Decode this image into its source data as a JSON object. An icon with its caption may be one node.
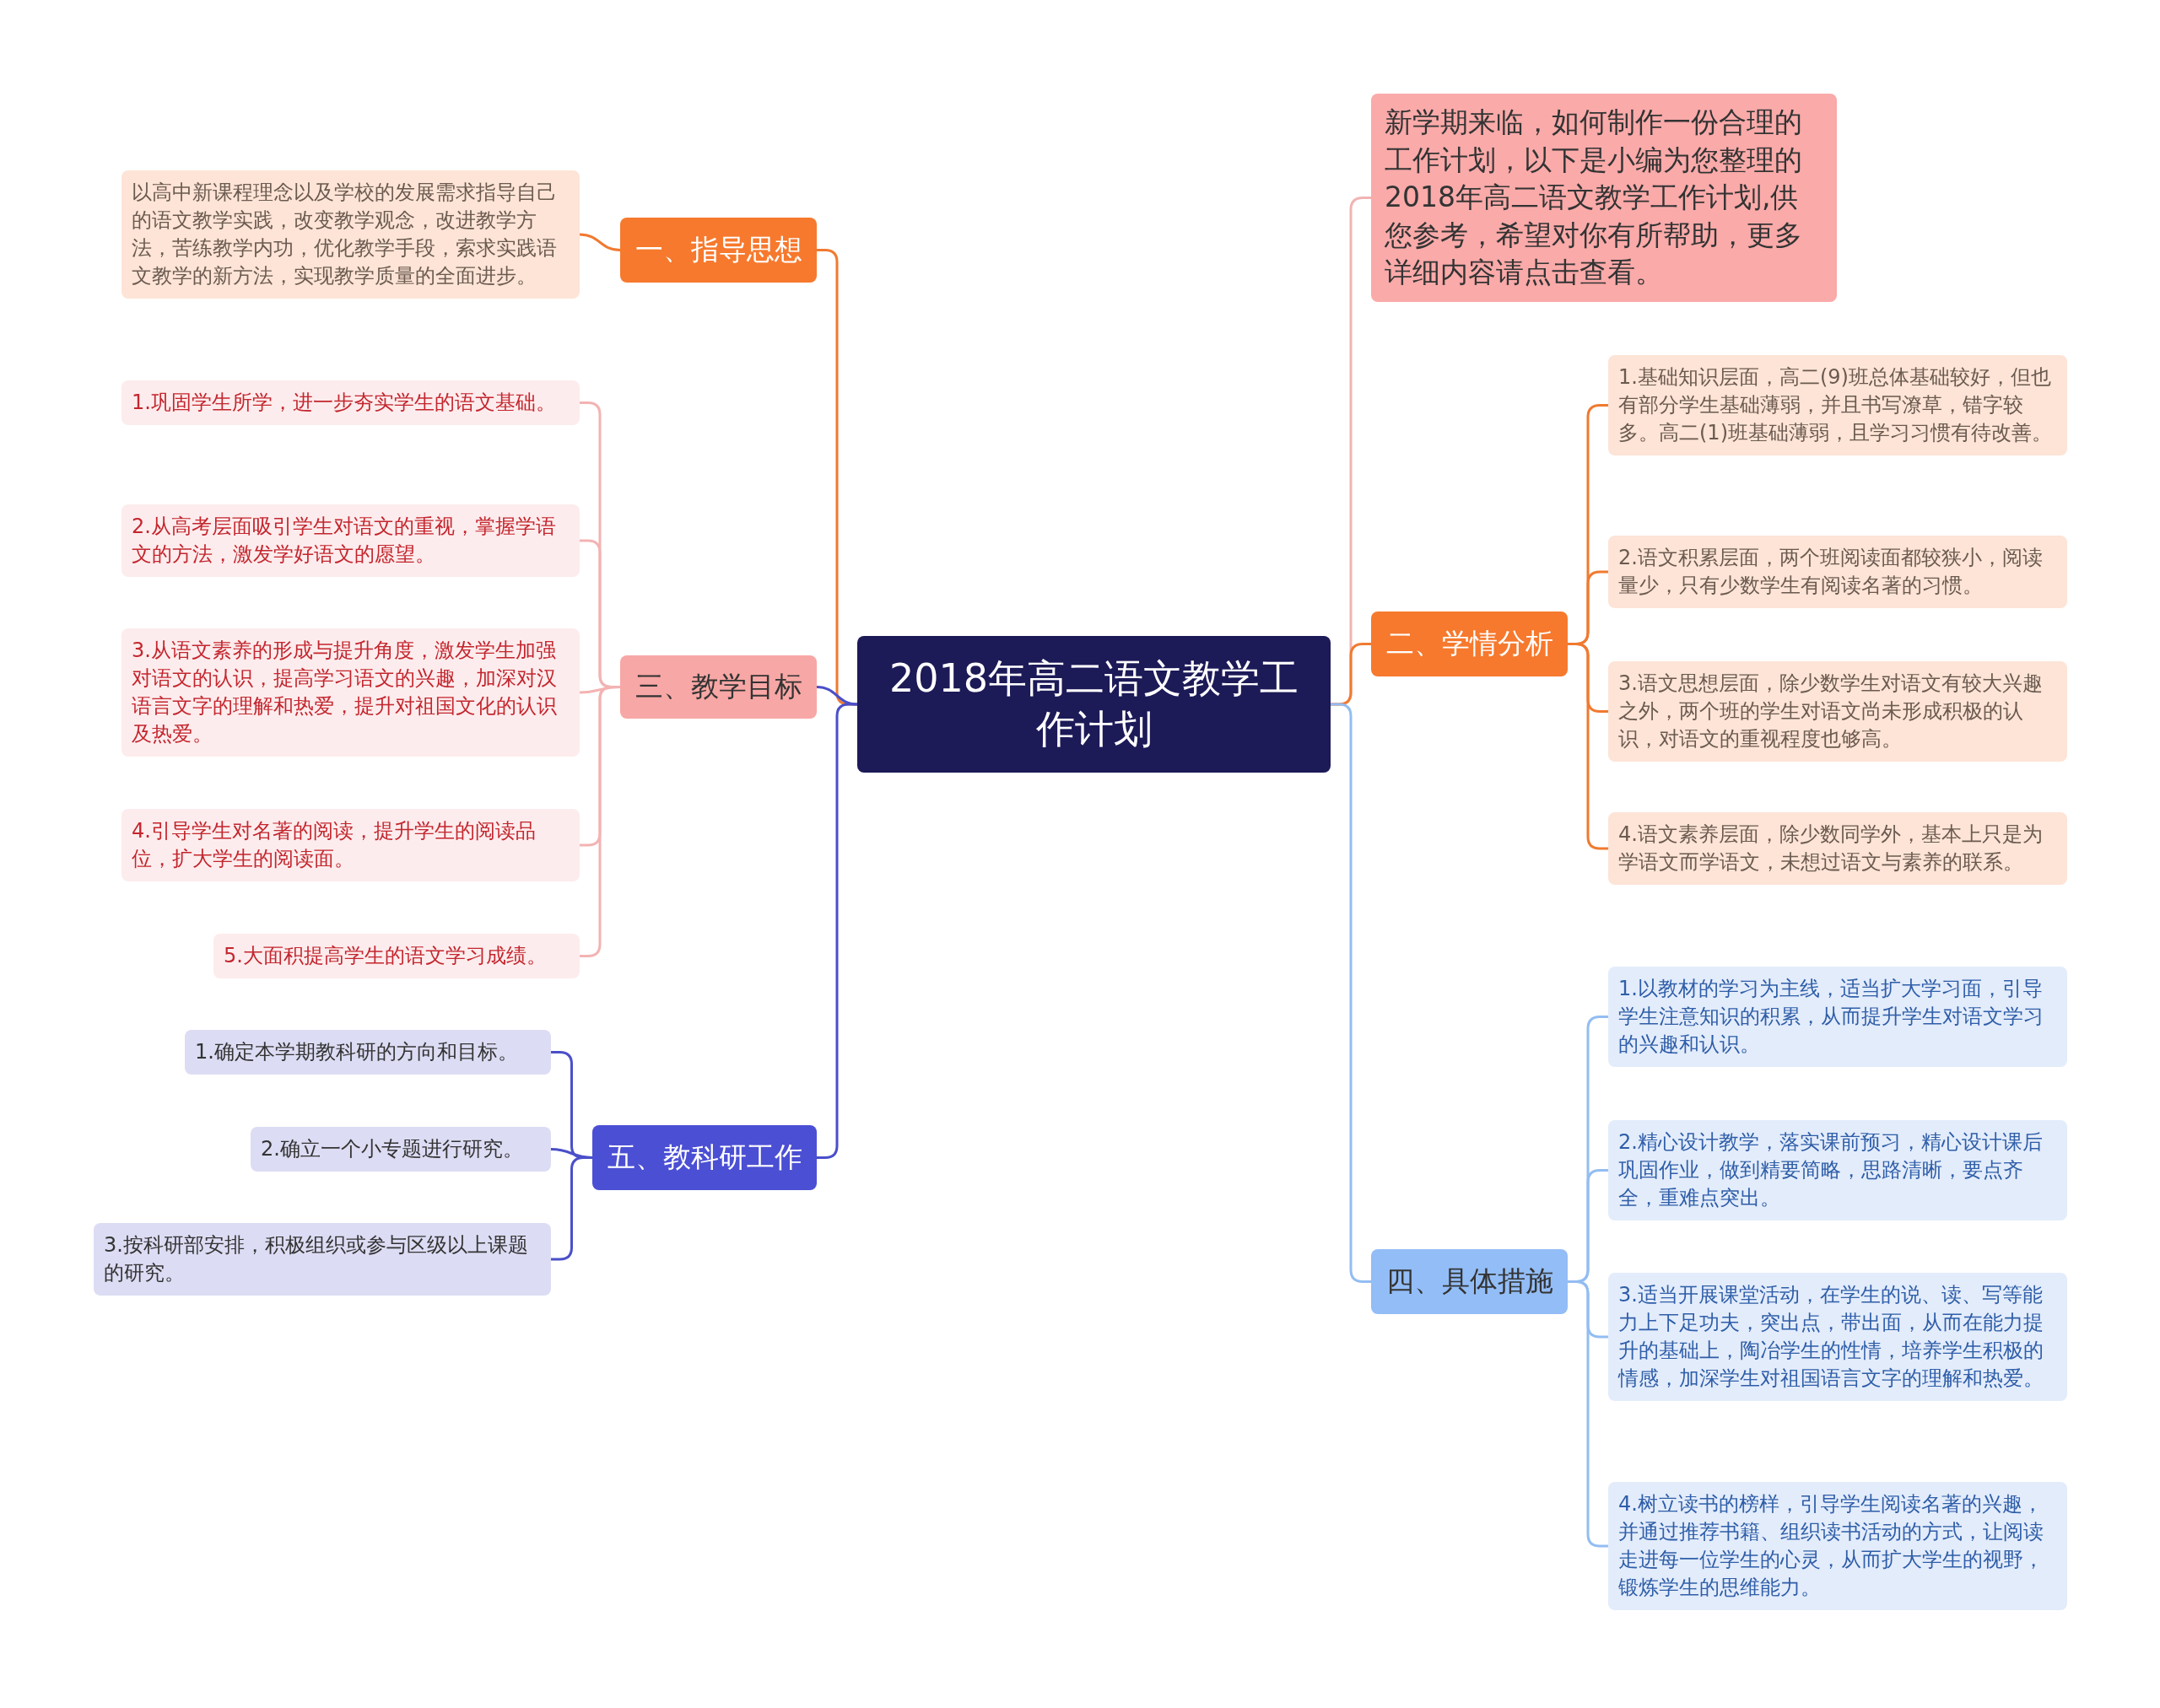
{
  "diagram": {
    "nodes": [
      {
        "text": [
          "2018年高二语文教学工作计划"
        ]
      },
      {
        "text": [
          "一、指导思想"
        ]
      },
      {
        "text": [
          "以高中新课程理念以及学校的发展需求指导自己的语文教学实践，改变教学观念，改进教学方法，苦练教学内功，优化教学手段，索求实践语文教学的新方法，实现教学质量的全面进步。"
        ]
      },
      {
        "text": [
          "三、教学目标"
        ]
      },
      {
        "text": [
          "1.巩固学生所学，进一步夯实学生的语文基础。"
        ]
      },
      {
        "text": [
          "2.从高考层面吸引学生对语文的重视，掌握学语文的方法，激发学好语文的愿望。"
        ]
      },
      {
        "text": [
          "3.从语文素养的形成与提升角度，激发学生加强对语文的认识，提高学习语文的兴趣，加深对汉语言文字的理解和热爱，提升对祖国文化的认识及热爱。"
        ]
      },
      {
        "text": [
          "4.引导学生对名著的阅读，提升学生的阅读品位，扩大学生的阅读面。"
        ]
      },
      {
        "text": [
          "5.大面积提高学生的语文学习成绩。"
        ]
      },
      {
        "text": [
          "五、教科研工作"
        ]
      },
      {
        "text": [
          "1.确定本学期教科研的方向和目标。"
        ]
      },
      {
        "text": [
          "2.确立一个小专题进行研究。"
        ]
      },
      {
        "text": [
          "3.按科研部安排，积极组织或参与区级以上课题的研究。"
        ]
      },
      {
        "text": [
          "新学期来临，如何制作一份合理的工作计划，以下是小编为您整理的2018年高二语文教学工作计划,供您参考，希望对你有所帮助，更多详细内容请点击查看。"
        ]
      },
      {
        "text": [
          "二、学情分析"
        ]
      },
      {
        "text": [
          "1.基础知识层面，高二(9)班总体基础较好，但也有部分学生基础薄弱，并且书写潦草，错字较多。高二(1)班基础薄弱，且学习习惯有待改善。"
        ]
      },
      {
        "text": [
          "2.语文积累层面，两个班阅读面都较狭小，阅读量少，只有少数学生有阅读名著的习惯。"
        ]
      },
      {
        "text": [
          "3.语文思想层面，除少数学生对语文有较大兴趣之外，两个班的学生对语文尚未形成积极的认识，对语文的重视程度也够高。"
        ]
      },
      {
        "text": [
          "4.语文素养层面，除少数同学外，基本上只是为学语文而学语文，未想过语文与素养的联系。"
        ]
      },
      {
        "text": [
          "四、具体措施"
        ]
      },
      {
        "text": [
          "1.以教材的学习为主线，适当扩大学习面，引导学生注意知识的积累，从而提升学生对语文学习的兴趣和认识。"
        ]
      },
      {
        "text": [
          "2.精心设计教学，落实课前预习，精心设计课后巩固作业，做到精要简略，思路清晰，要点齐全，重难点突出。"
        ]
      },
      {
        "text": [
          "3.适当开展课堂活动，在学生的说、读、写等能力上下足功夫，突出点，带出面，从而在能力提升的基础上，陶冶学生的性情，培养学生积极的情感，加深学生对祖国语言文字的理解和热爱。"
        ]
      },
      {
        "text": [
          "4.树立读书的榜样，引导学生阅读名著的兴趣，并通过推荐书籍、组织读书活动的方式，让阅读走进每一位学生的心灵，从而扩大学生的视野，锻炼学生的思维能力。"
        ]
      }
    ],
    "edges": [
      {
        "from": 0,
        "to": 1,
        "arrow": "none",
        "color": "#f07a30"
      },
      {
        "from": 1,
        "to": 2,
        "arrow": "none",
        "color": "#f07a30"
      },
      {
        "from": 0,
        "to": 3,
        "arrow": "none",
        "color": "#4a4fc9"
      },
      {
        "from": 3,
        "to": 4,
        "arrow": "none",
        "color": "#f3b3b3"
      },
      {
        "from": 3,
        "to": 5,
        "arrow": "none",
        "color": "#f3b3b3"
      },
      {
        "from": 3,
        "to": 6,
        "arrow": "none",
        "color": "#f3b3b3"
      },
      {
        "from": 3,
        "to": 7,
        "arrow": "none",
        "color": "#f3b3b3"
      },
      {
        "from": 3,
        "to": 8,
        "arrow": "none",
        "color": "#f3b3b3"
      },
      {
        "from": 0,
        "to": 9,
        "arrow": "none",
        "color": "#4a4fc9"
      },
      {
        "from": 9,
        "to": 10,
        "arrow": "none",
        "color": "#4a4fc9"
      },
      {
        "from": 9,
        "to": 11,
        "arrow": "none",
        "color": "#4a4fc9"
      },
      {
        "from": 9,
        "to": 12,
        "arrow": "none",
        "color": "#4a4fc9"
      },
      {
        "from": 0,
        "to": 13,
        "arrow": "none",
        "color": "#f3b3b3"
      },
      {
        "from": 0,
        "to": 14,
        "arrow": "none",
        "color": "#f07a30"
      },
      {
        "from": 14,
        "to": 15,
        "arrow": "none",
        "color": "#f07a30"
      },
      {
        "from": 14,
        "to": 16,
        "arrow": "none",
        "color": "#f07a30"
      },
      {
        "from": 14,
        "to": 17,
        "arrow": "none",
        "color": "#f07a30"
      },
      {
        "from": 14,
        "to": 18,
        "arrow": "none",
        "color": "#f07a30"
      },
      {
        "from": 0,
        "to": 19,
        "arrow": "none",
        "color": "#93bdf2"
      },
      {
        "from": 19,
        "to": 20,
        "arrow": "none",
        "color": "#93bdf2"
      },
      {
        "from": 19,
        "to": 21,
        "arrow": "none",
        "color": "#93bdf2"
      },
      {
        "from": 19,
        "to": 22,
        "arrow": "none",
        "color": "#93bdf2"
      },
      {
        "from": 19,
        "to": 23,
        "arrow": "none",
        "color": "#93bdf2"
      }
    ]
  }
}
